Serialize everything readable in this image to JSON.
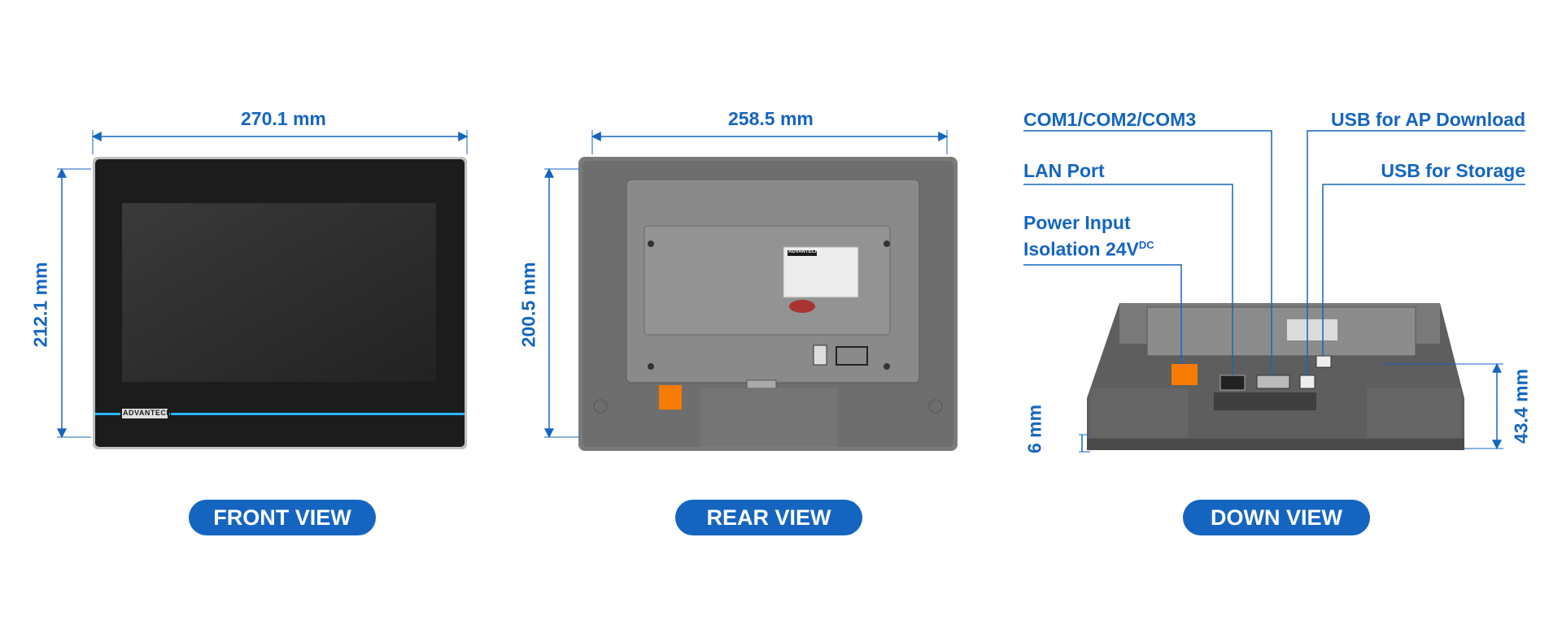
{
  "front": {
    "width_label": "270.1 mm",
    "height_label": "212.1 mm",
    "brand": "ADVANTECH",
    "view_label": "FRONT VIEW"
  },
  "rear": {
    "width_label": "258.5 mm",
    "height_label": "200.5 mm",
    "brand": "ADVANTECH",
    "view_label": "REAR VIEW"
  },
  "down": {
    "view_label": "DOWN VIEW",
    "callouts": {
      "com": "COM1/COM2/COM3",
      "lan": "LAN Port",
      "power_line1": "Power Input",
      "power_line2": "Isolation 24V",
      "power_sup": "DC",
      "usb_ap": "USB for AP Download",
      "usb_storage": "USB for Storage"
    },
    "depth_label": "43.4 mm",
    "bezel_label": "6 mm"
  },
  "colors": {
    "accent": "#1565c0",
    "cyan_strip": "#29b6f6",
    "front_bezel": "#1c1c1c",
    "gray_housing": "#6b6b6b",
    "terminal_orange": "#f57c00"
  }
}
